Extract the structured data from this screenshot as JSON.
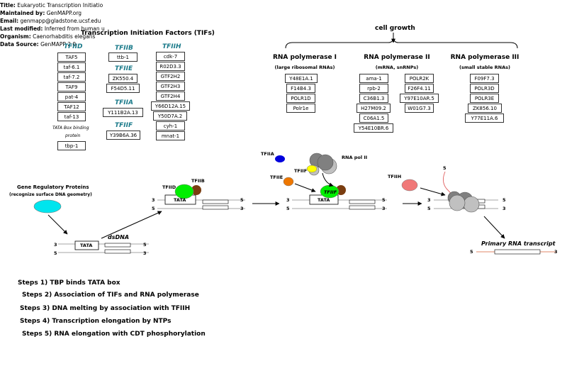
{
  "header": {
    "title_label": "Title:",
    "title_value": "Eukaryotic Transcription Initiatio",
    "maintained_label": "Maintained by:",
    "maintained_value": "GenMAPP.org",
    "email_label": "Email:",
    "email_value": "genmapp@gladstone.ucsf.edu",
    "modified_label": "Last modified:",
    "modified_value": "Inferred from human u",
    "organism_label": "Organism:",
    "organism_value": "Caenorhabditis elegans",
    "source_label": "Data Source:",
    "source_value": "GenMAPP 2.0"
  },
  "tif_title": "Transcription Initiation Factors (TIFs)",
  "tif_groups": {
    "tfiid": {
      "label": "TFIID",
      "genes": [
        "TAF5",
        "taf-6.1",
        "taf-7.2",
        "TAF9",
        "pat-4",
        "TAF12",
        "taf-13"
      ]
    },
    "tata_note_1": "TATA Box binding",
    "tata_note_2": "protein",
    "tbp": "tbp-1",
    "tfiib": {
      "label": "TFIIB",
      "genes": [
        "ttb-1"
      ]
    },
    "tfiie": {
      "label": "TFIIE",
      "genes": [
        "ZK550.4",
        "F54D5.11"
      ]
    },
    "tfiia": {
      "label": "TFIIA",
      "genes": [
        "Y111B2A.13"
      ]
    },
    "tfiif": {
      "label": "TFIIF",
      "genes": [
        "Y39B6A.36"
      ]
    },
    "tfiih": {
      "label": "TFIIH",
      "genes": [
        "cdk-7",
        "R02D3.3",
        "GTF2H2",
        "GTF2H3",
        "GTF2H4",
        "Y66D12A.15",
        "Y50D7A.2",
        "cyh-1",
        "mnat-1"
      ]
    }
  },
  "cell_growth": "cell growth",
  "pol1": {
    "title": "RNA polymerase I",
    "subtitle": "(large ribosomal RNAs)",
    "genes": [
      "Y48E1A.1",
      "F14B4.3",
      "POLR1D",
      "Polr1e"
    ]
  },
  "pol2": {
    "title": "RNA polymerase II",
    "subtitle": "(mRNA, snRNPs)",
    "genes_left": [
      "ama-1",
      "rpb-2",
      "C36B1.3",
      "H27M09.2",
      "C06A1.5",
      "Y54E10BR.6"
    ],
    "genes_right": [
      "POLR2K",
      "F26F4.11",
      "Y97E10AR.5",
      "W01G7.3"
    ]
  },
  "pol3": {
    "title": "RNA polymerase III",
    "subtitle": "(small stable RNAs)",
    "genes": [
      "F09F7.3",
      "POLR3D",
      "POLR3E",
      "ZK856.10",
      "Y77E11A.6"
    ]
  },
  "diagram": {
    "grp_line1": "Gene Regulatory Proteins",
    "grp_line2": "(recognize surface DNA geometry)",
    "dsdna": "dsDNA",
    "tata": "TATA",
    "three": "3",
    "five": "5",
    "tfiid": "TFIID",
    "tfiib": "TFIIB",
    "tfiia": "TFIIA",
    "tfiie": "TFIIE",
    "tfiif": "TFIIF",
    "tfiih": "TFIIH",
    "polii": "RNA pol II",
    "transcript": "Primary RNA transcript"
  },
  "colors": {
    "tfiid": "#00ee00",
    "tfiib": "#7a3d10",
    "tfiia": "#0000dd",
    "tfiie": "#ee7700",
    "tfiif": "#ffff00",
    "tfiih": "#f07878",
    "grp": "#00e5ee",
    "pol_dark": "#808080",
    "pol_light": "#c0c0c0",
    "group_head": "#1a7a8a"
  },
  "steps": [
    "Steps 1) TBP binds TATA box",
    "Steps 2) Association of TIFs and RNA polymerase",
    "Steps 3) DNA melting by association with TFIIH",
    "Steps 4) Transcription elongation by NTPs",
    "Steps 5) RNA elongation with CDT phosphorylation"
  ]
}
